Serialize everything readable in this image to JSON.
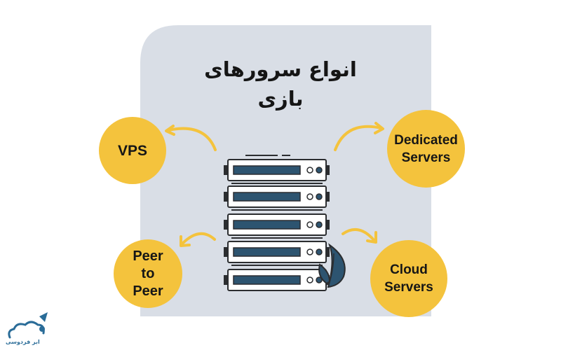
{
  "title_lines": [
    "انواع سرورهای",
    "بازی"
  ],
  "nodes": {
    "vps": "VPS",
    "dedicated": "Dedicated\nServers",
    "p2p": "Peer\nto\nPeer",
    "cloud": "Cloud\nServers"
  },
  "logo": {
    "text": "ابر فردوسی",
    "icon": "cloud-rocket-icon"
  },
  "colors": {
    "accent": "#f4c33d",
    "background_shape": "#d9dee6",
    "server_slot": "#2d5470",
    "outline": "#2b2d30",
    "brand": "#2a6c98"
  }
}
